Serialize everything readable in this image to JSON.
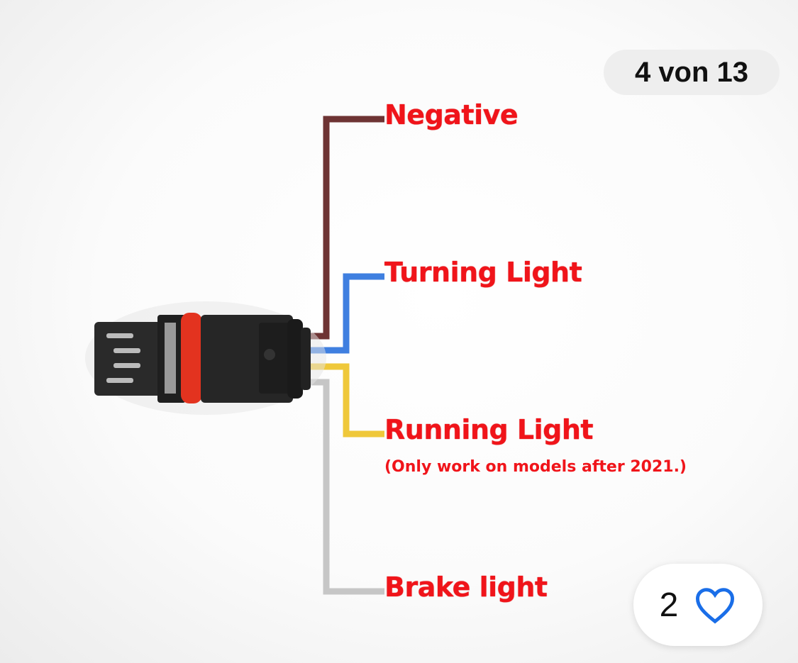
{
  "counter": "4 von 13",
  "labels": {
    "negative": "Negative",
    "turning": "Turning Light",
    "running": "Running Light",
    "running_note": "(Only work on models after 2021.)",
    "brake": "Brake light"
  },
  "favorite": {
    "count": "2",
    "icon": "heart-outline-icon"
  },
  "colors": {
    "negative": "#6e3434",
    "turning": "#3f7fe0",
    "running": "#efc83a",
    "brake": "#c6c6c6",
    "label": "#f0141a",
    "heart": "#1a6ee8"
  }
}
